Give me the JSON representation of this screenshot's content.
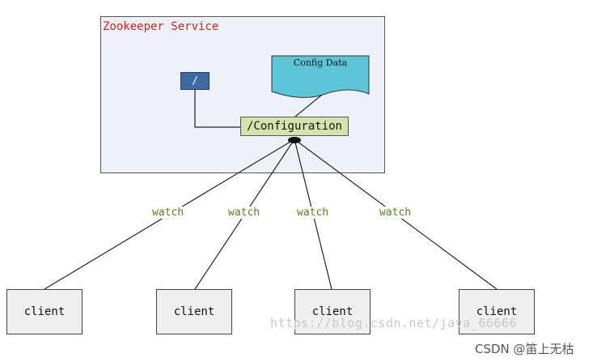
{
  "service": {
    "title": "Zookeeper Service",
    "title_color": "#e0201b"
  },
  "nodes": {
    "root": "/",
    "configuration": "/Configuration",
    "config_data": "Config Data"
  },
  "clients": [
    "client",
    "client",
    "client",
    "client"
  ],
  "watches": [
    "watch",
    "watch",
    "watch",
    "watch"
  ],
  "watermark": {
    "url": "https://blog.csdn.net/java_66666",
    "credit": "CSDN @笛上无枯"
  },
  "colors": {
    "root_node": "#3d6aa3",
    "configuration_node": "#d6e4ac",
    "config_data_shape": "#5cc6d8",
    "watch_label": "#5e7d20"
  }
}
